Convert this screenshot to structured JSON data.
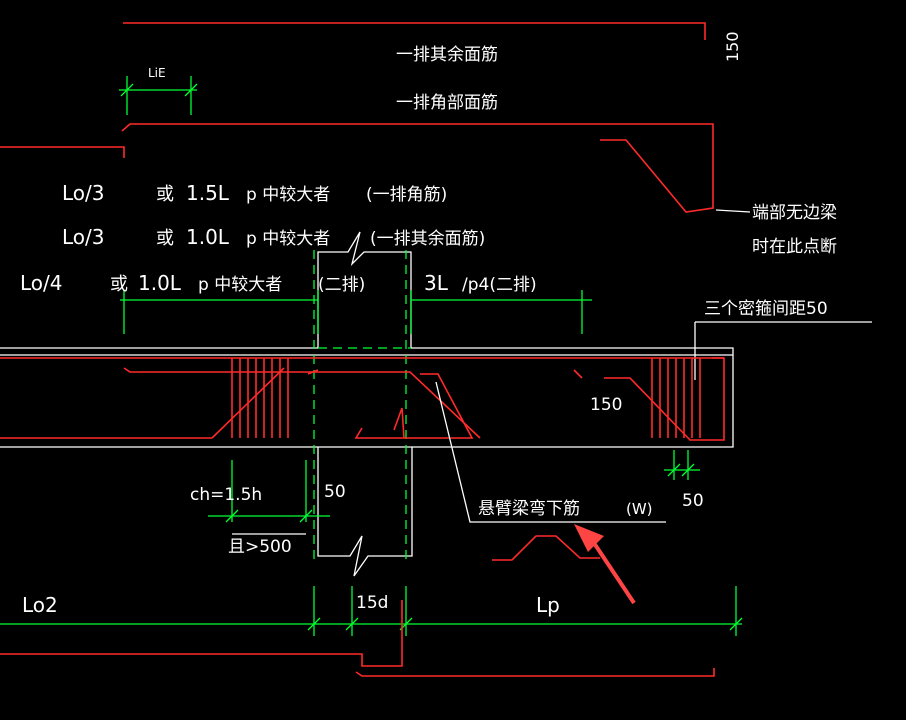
{
  "colors": {
    "background": "#000000",
    "rebar": "#ff2a2a",
    "outline": "#ffffff",
    "dimension": "#00ff33",
    "callout_arrow": "#ff4444"
  },
  "labels": {
    "top_rebar_other": "一排其余面筋",
    "top_rebar_corner": "一排角部面筋",
    "dim_150_top": "150",
    "lie": "LiE",
    "note_no_side_beam_1": "端部无边梁",
    "note_no_side_beam_2": "时在此点断",
    "row1": [
      "Lo/3",
      "或",
      "1.5L",
      "p 中较大者",
      "(一排角筋)"
    ],
    "row2": [
      "Lo/3",
      "或",
      "1.0L",
      "p 中较大者",
      "(一排其余面筋)"
    ],
    "row3": [
      "Lo/4",
      "或",
      "1.0L",
      "p 中较大者",
      "(二排)"
    ],
    "three_l": "3L",
    "three_l_suffix": "/p4(二排)",
    "stirrup_spacing": "三个密箍间距50",
    "dim_150_mid": "150",
    "ch": "ch=1.5h",
    "dim_50_left": "50",
    "gt500": "且>500",
    "cantilever_bent_bar": "悬臂梁弯下筋",
    "w": "(W)",
    "dim_50_right": "50",
    "lo2": "Lo2",
    "d15": "15d",
    "lp": "Lp"
  }
}
